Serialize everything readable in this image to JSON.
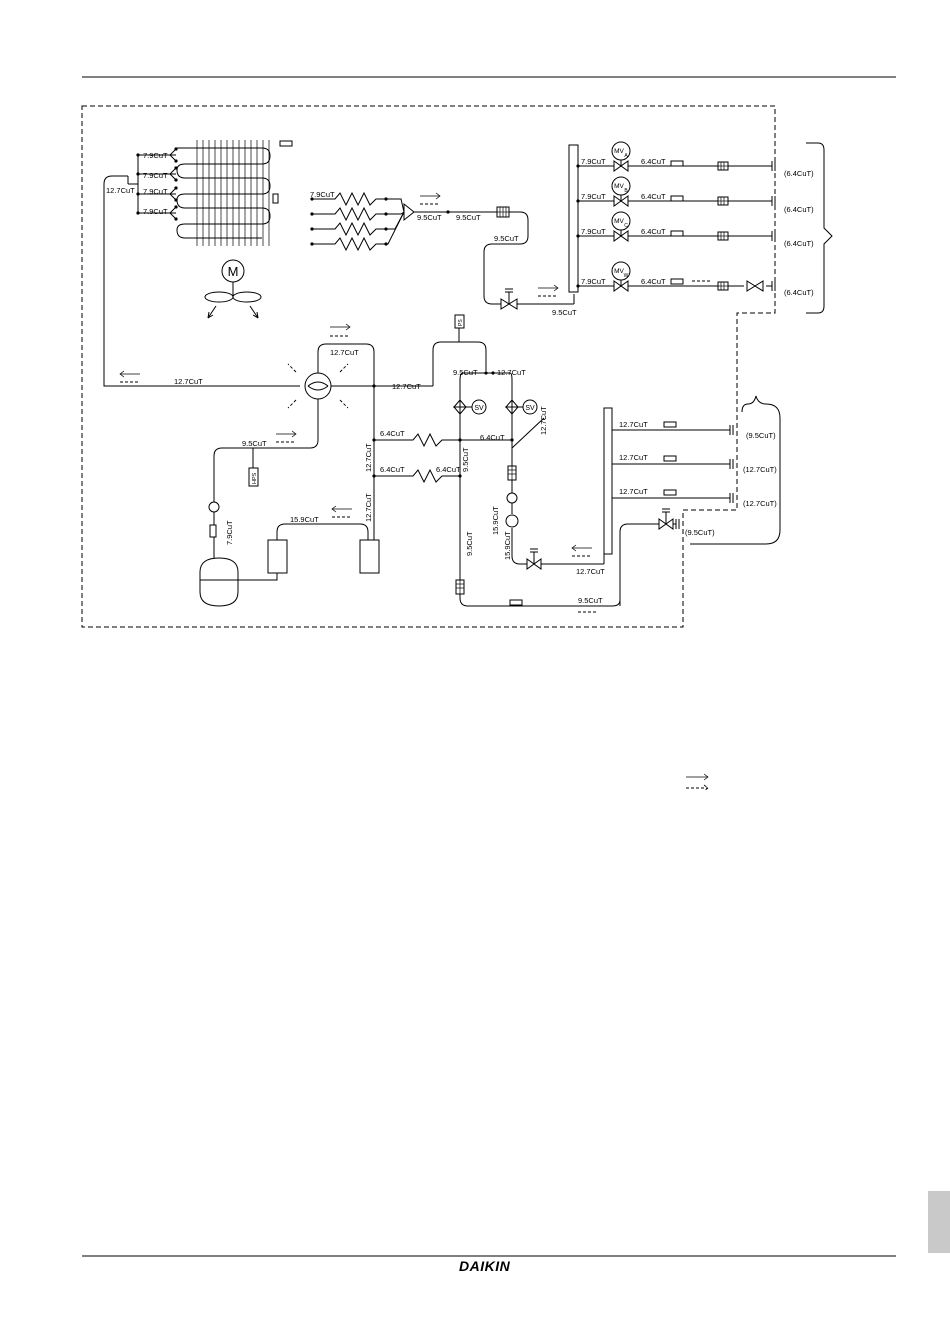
{
  "brand": {
    "logo_text": "DAIKIN"
  },
  "pipe_labels": {
    "outdoor_coil_branch": [
      "7.9CuT",
      "7.9CuT",
      "7.9CuT",
      "7.9CuT"
    ],
    "coil_header": "12.7CuT",
    "distributor_branch": "7.9CuT",
    "distributor_out_1": "9.5CuT",
    "distributor_out_2": "9.5CuT",
    "to_liquid_header": "9.5CuT",
    "liquid_header_in": "9.5CuT",
    "mv_a_in": "7.9CuT",
    "mv_a_out": "6.4CuT",
    "mv_b_in": "7.9CuT",
    "mv_b_out": "6.4CuT",
    "mv_c_in": "7.9CuT",
    "mv_c_out": "6.4CuT",
    "mv_w_in": "7.9CuT",
    "mv_w_out": "6.4CuT",
    "four_way_top": "12.7CuT",
    "suction_main": "12.7CuT",
    "four_way_right": "12.7CuT",
    "sv_left": "9.5CuT",
    "sv_right": "12.7CuT",
    "sv_right_vertical": "12.7CuT",
    "discharge": "9.5CuT",
    "cap_upper_left": "6.4CuT",
    "cap_upper_right": "6.4CuT",
    "cap_lower_left": "6.4CuT",
    "cap_lower_right": "6.4CuT",
    "vertical_mid_upper": "12.7CuT",
    "vertical_mid_lower": "12.7CuT",
    "vertical_center": "9.5CuT",
    "vertical_lower_center": "9.5CuT",
    "accumulator_link": "15.9CuT",
    "compressor_suction": "7.9CuT",
    "vertical_right_strainer": "15.9CuT",
    "vertical_right_low": "15.9CuT",
    "gas_header_1": "12.7CuT",
    "gas_header_2": "12.7CuT",
    "gas_header_3": "12.7CuT",
    "gas_header_in": "12.7CuT",
    "bottom_return": "9.5CuT"
  },
  "valve_tags": {
    "mv_a": {
      "main": "MV",
      "sub": "A"
    },
    "mv_b": {
      "main": "MV",
      "sub": "B"
    },
    "mv_c": {
      "main": "MV",
      "sub": "C"
    },
    "mv_w": {
      "main": "MV",
      "sub": "W"
    },
    "sv_1": "SV",
    "sv_2": "SV",
    "fan_motor": "M"
  },
  "sensor_tags": {
    "hps": "HPS",
    "ps": "PS"
  },
  "connection_sizes": {
    "liquid": [
      "(6.4CuT)",
      "(6.4CuT)",
      "(6.4CuT)",
      "(6.4CuT)"
    ],
    "gas": [
      "(9.5CuT)",
      "(12.7CuT)",
      "(12.7CuT)"
    ],
    "gas_service": "(9.5CuT)"
  }
}
